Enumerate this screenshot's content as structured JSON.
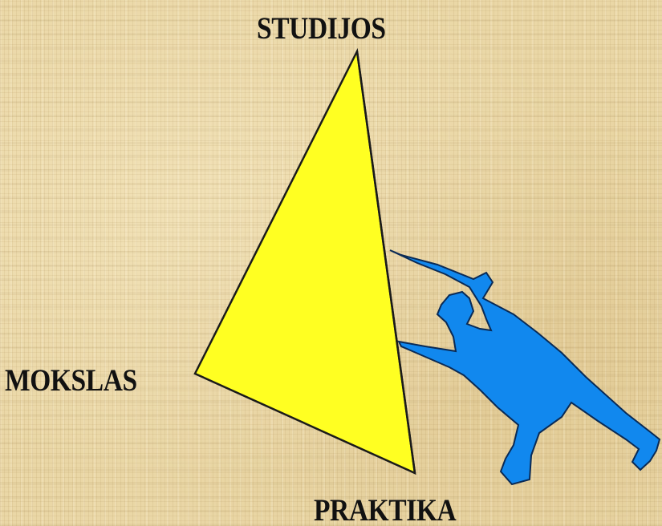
{
  "diagram": {
    "labels": {
      "top": "STUDIJOS",
      "left": "MOKSLAS",
      "bottom": "PRAKTIKA"
    },
    "colors": {
      "background": "#ead7a6",
      "triangle_fill": "#ffff22",
      "triangle_stroke": "#1a1a1a",
      "figure_fill": "#1188ee",
      "figure_stroke": "#0a2a55",
      "text": "#111111"
    },
    "shapes": {
      "triangle": "triangle",
      "pushing_figure": "person-pushing-icon"
    }
  }
}
